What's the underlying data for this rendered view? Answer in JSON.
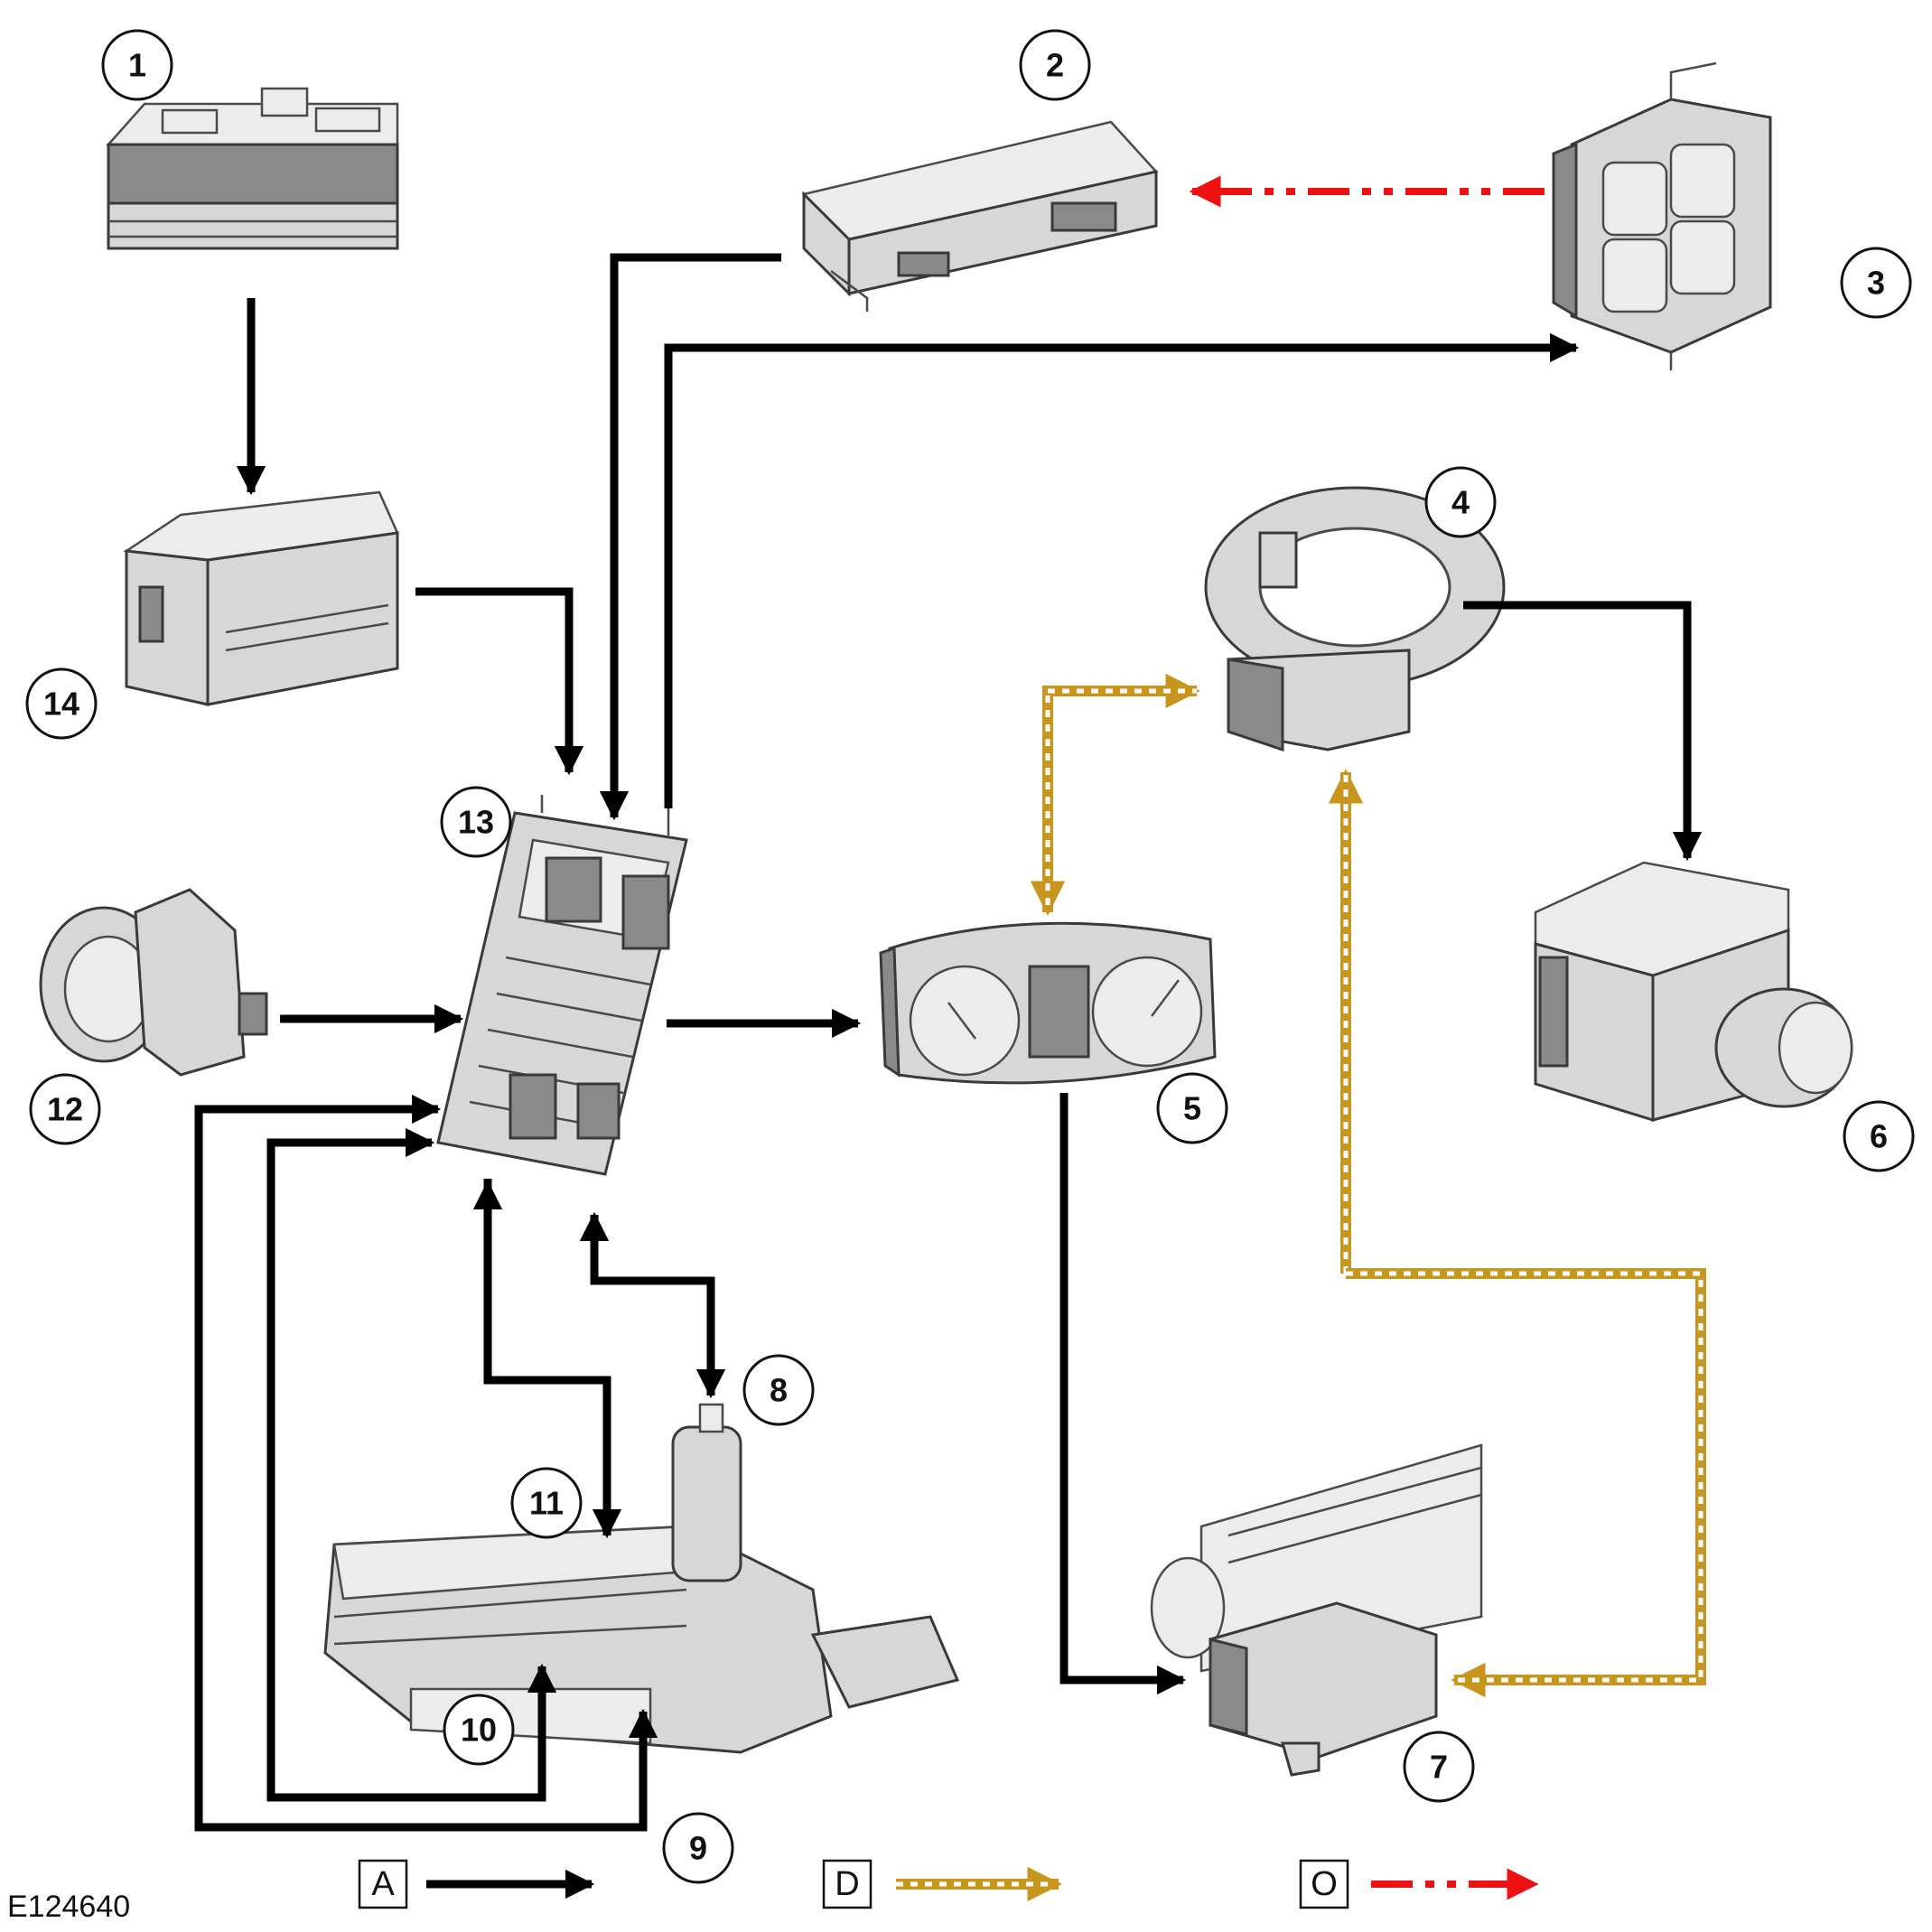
{
  "reference_code": "E124640",
  "colors": {
    "hardwired": "#000000",
    "bus_stroke": "#c8961e",
    "optional_stroke": "#ee1111"
  },
  "callouts": [
    {
      "id": "c1",
      "label": "1"
    },
    {
      "id": "c2",
      "label": "2"
    },
    {
      "id": "c3",
      "label": "3"
    },
    {
      "id": "c4",
      "label": "4"
    },
    {
      "id": "c5",
      "label": "5"
    },
    {
      "id": "c6",
      "label": "6"
    },
    {
      "id": "c7",
      "label": "7"
    },
    {
      "id": "c8",
      "label": "8"
    },
    {
      "id": "c9",
      "label": "9"
    },
    {
      "id": "c10",
      "label": "10"
    },
    {
      "id": "c11",
      "label": "11"
    },
    {
      "id": "c12",
      "label": "12"
    },
    {
      "id": "c13",
      "label": "13"
    },
    {
      "id": "c14",
      "label": "14"
    }
  ],
  "legend": [
    {
      "key": "A",
      "style": "hardwired"
    },
    {
      "key": "D",
      "style": "bus"
    },
    {
      "key": "O",
      "style": "optional"
    }
  ]
}
